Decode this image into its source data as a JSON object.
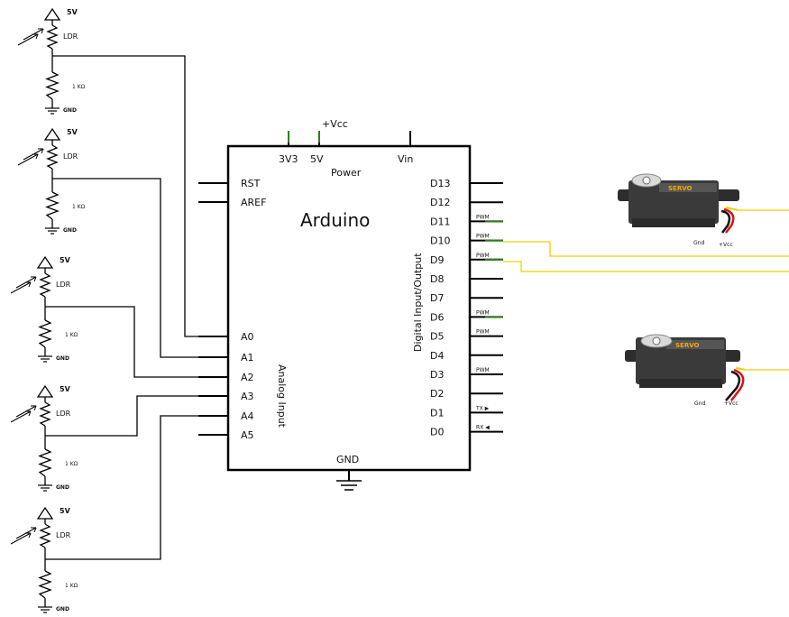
{
  "sensors": {
    "supply_label": "5V",
    "ldr_label": "LDR",
    "resistor_label": "1 KΩ",
    "ground_label": "GND"
  },
  "arduino": {
    "title": "Arduino",
    "power_label": "Power",
    "vcc_label": "+Vcc",
    "gnd_label": "GND",
    "analog_input_label": "Analog Input",
    "digital_io_label": "Digital Input/Output",
    "power_pins": [
      "3V3",
      "5V",
      "Vin"
    ],
    "left_pins": [
      "RST",
      "AREF",
      "A0",
      "A1",
      "A2",
      "A3",
      "A4",
      "A5"
    ],
    "digital_pins": [
      "D13",
      "D12",
      "D11",
      "D10",
      "D9",
      "D8",
      "D7",
      "D6",
      "D5",
      "D4",
      "D3",
      "D2",
      "D1",
      "D0"
    ],
    "pwm_label": "PWM",
    "tx_label": "TX ▶",
    "rx_label": "RX ◀"
  },
  "servos": [
    {
      "brand": "SERVO",
      "gnd_label": "Gnd",
      "vcc_label": "+Vcc"
    },
    {
      "brand": "SERVO",
      "gnd_label": "Gnd",
      "vcc_label": "+Vcc"
    }
  ],
  "colors": {
    "wire": "#000000",
    "signal_wire": "#f0d000",
    "pwm_mark": "#2e7d1a",
    "servo_body": "#333333",
    "servo_label": "#f5a800",
    "servo_red": "#e01010"
  }
}
